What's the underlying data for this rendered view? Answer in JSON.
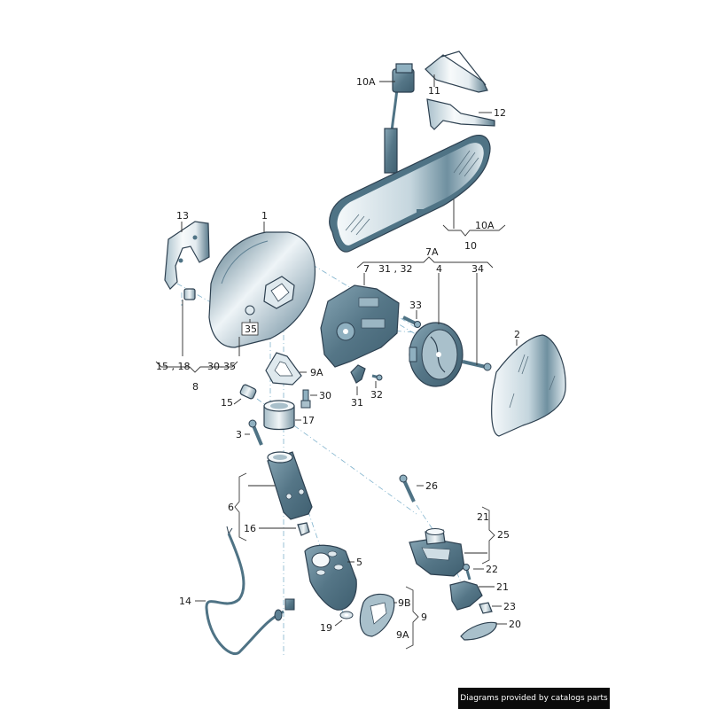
{
  "diagram": {
    "subject": "Exterior and interior rear-view mirror exploded parts diagram",
    "colors": {
      "part_fill_dark": "#5f8194",
      "part_fill_mid": "#8fb0c0",
      "part_fill_light": "#dfe9ee",
      "outline": "#2d4050",
      "axis_line": "#7fb2cc"
    },
    "labels": {
      "p1": "1",
      "p2": "2",
      "p3": "3",
      "p4": "4",
      "p5": "5",
      "p6": "6",
      "p7": "7",
      "p7A": "7A",
      "p8": "8",
      "p9": "9",
      "p9A_top": "9A",
      "p9A_bottom": "9A",
      "p9B": "9B",
      "p10": "10",
      "p10A_top": "10A",
      "p10A_bottom": "10A",
      "p11": "11",
      "p12": "12",
      "p13": "13",
      "p14": "14",
      "p15": "15",
      "p16": "16",
      "p17": "17",
      "p19": "19",
      "p20": "20",
      "p21_brace": "21",
      "p21": "21",
      "p22": "22",
      "p23": "23",
      "p25": "25",
      "p26": "26",
      "p30": "30",
      "p31": "31",
      "p31_32": "31 , 32",
      "p32": "32",
      "p33": "33",
      "p34": "34",
      "p35": "35",
      "p15_18": "15 , 18",
      "p30_35": "30-35"
    }
  },
  "footer": {
    "credit": "Diagrams provided by catalogs parts"
  }
}
